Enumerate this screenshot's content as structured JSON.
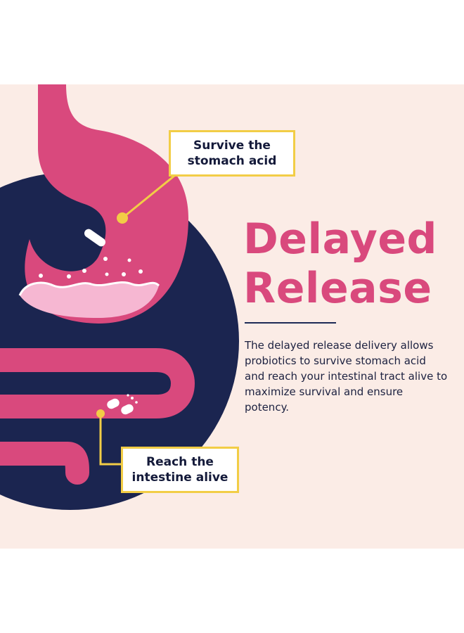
{
  "callouts": {
    "top": [
      "Survive the",
      "stomach acid"
    ],
    "bottom": [
      "Reach the",
      "intestine alive"
    ]
  },
  "heading": {
    "line1": "Delayed",
    "line2": "Release"
  },
  "description": "The delayed release delivery allows probiotics to survive stomach acid and reach your intestinal tract alive to maximize survival and ensure potency.",
  "colors": {
    "background": "#fbece6",
    "navy": "#1b2550",
    "pink": "#d9497d",
    "yellow": "#f2cd46",
    "acid": "#f6b7d2"
  },
  "icons": [
    "stomach-illustration",
    "intestine-illustration",
    "capsule-icon",
    "broken-capsule-icon"
  ]
}
